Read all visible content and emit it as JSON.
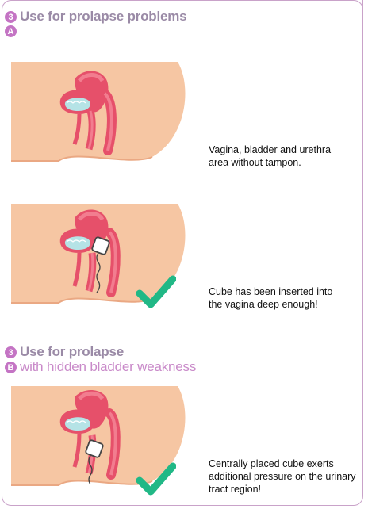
{
  "section_3a": {
    "badge_num": "3",
    "badge_letter": "A",
    "title": "Use for prolapse problems"
  },
  "section_3b": {
    "badge_num": "3",
    "badge_letter": "B",
    "title": "Use for prolapse",
    "subtitle": "with hidden bladder weakness"
  },
  "captions": {
    "c1_line1": "Vagina, bladder and urethra",
    "c1_line2": "area without tampon.",
    "c2_line1": "Cube has been inserted into",
    "c2_line2": "the vagina deep enough!",
    "c3_line1": "Centrally placed cube exerts",
    "c3_line2": "additional pressure on the urinary",
    "c3_line3": "tract region!"
  },
  "colors": {
    "skin": "#f6c6a3",
    "skin_dark": "#eaa883",
    "organ": "#e6506a",
    "organ_light": "#f27d8f",
    "bladder_fluid": "#b5e3e6",
    "check": "#21b886",
    "accent": "#c474c4"
  },
  "icons": [
    "check-icon",
    "cube-tampon-icon"
  ]
}
